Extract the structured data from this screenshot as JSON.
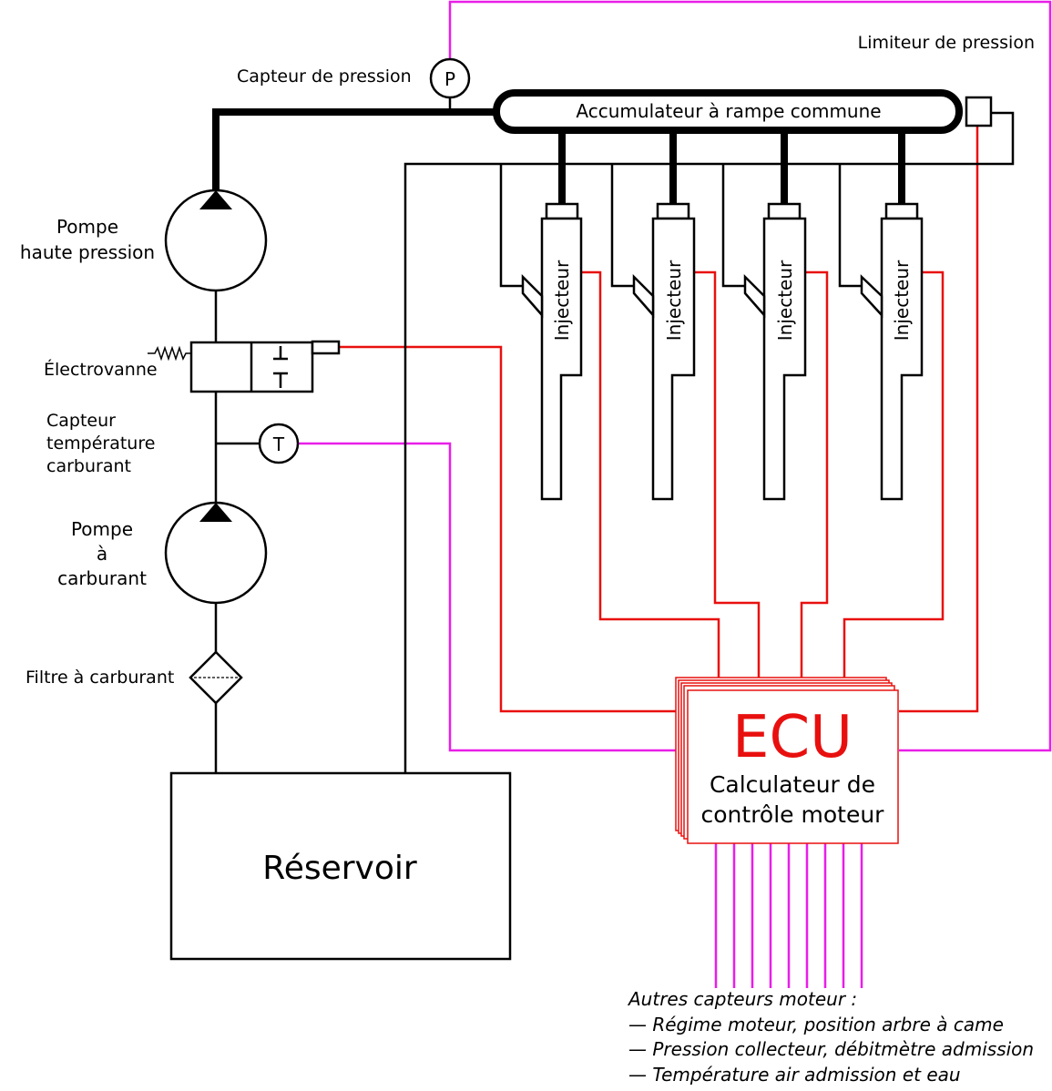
{
  "labels": {
    "limiter": "Limiteur de pression",
    "pressure_sensor": "Capteur de pression",
    "pressure_symbol": "P",
    "rail": "Accumulateur à rampe commune",
    "hp_pump_line1": "Pompe",
    "hp_pump_line2": "haute pression",
    "valve": "Électrovanne",
    "temp_sensor_line1": "Capteur",
    "temp_sensor_line2": "température",
    "temp_sensor_line3": "carburant",
    "temp_symbol": "T",
    "fuel_pump_line1": "Pompe",
    "fuel_pump_line2": "à",
    "fuel_pump_line3": "carburant",
    "filter": "Filtre à carburant",
    "tank": "Réservoir",
    "ecu_title": "ECU",
    "ecu_sub_line1": "Calculateur de",
    "ecu_sub_line2": "contrôle moteur",
    "injectors": [
      "Injecteur",
      "Injecteur",
      "Injecteur",
      "Injecteur"
    ],
    "other_sensors": [
      "Autres capteurs moteur :",
      "— Régime moteur, position arbre à came",
      "— Pression collecteur, débitmètre admission",
      "— Température air admission et eau"
    ]
  },
  "colors": {
    "signal_red": "#e8100f",
    "sensor_magenta": "#e81ee8",
    "line_black": "#000000"
  }
}
